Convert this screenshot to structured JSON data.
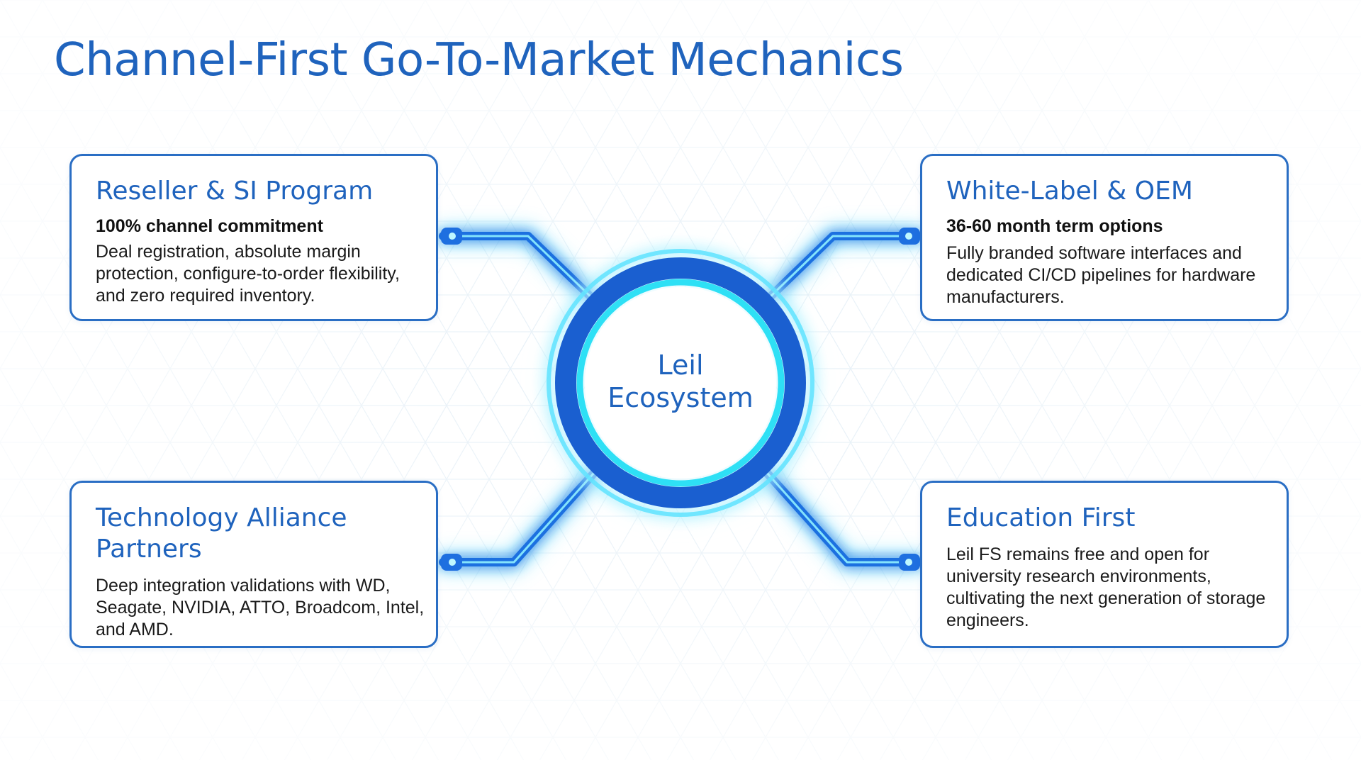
{
  "title": "Channel-First Go-To-Market Mechanics",
  "colors": {
    "title": "#1f63bd",
    "card_border": "#2a6ec4",
    "connector": "#1e6fe0",
    "glow": "#35d4ff",
    "hub_ring_dark": "#1a5fd0",
    "hub_ring_light": "#2ee0f5"
  },
  "hub": {
    "line1": "Leil",
    "line2": "Ecosystem"
  },
  "cards": {
    "reseller": {
      "title": "Reseller & SI Program",
      "subtitle": "100% channel commitment",
      "body": "Deal registration, absolute margin protection, configure-to-order flexibility, and zero required inventory."
    },
    "oem": {
      "title": "White-Label & OEM",
      "subtitle": "36-60 month term options",
      "body": "Fully branded software interfaces and dedicated CI/CD pipelines for hardware manufacturers."
    },
    "alliance": {
      "title_line1": "Technology Alliance",
      "title_line2": "Partners",
      "body": "Deep integration validations with WD, Seagate, NVIDIA, ATTO, Broadcom, Intel, and AMD."
    },
    "education": {
      "title": "Education First",
      "body": "Leil FS remains free and open for university research environments, cultivating the next generation of storage engineers."
    }
  }
}
